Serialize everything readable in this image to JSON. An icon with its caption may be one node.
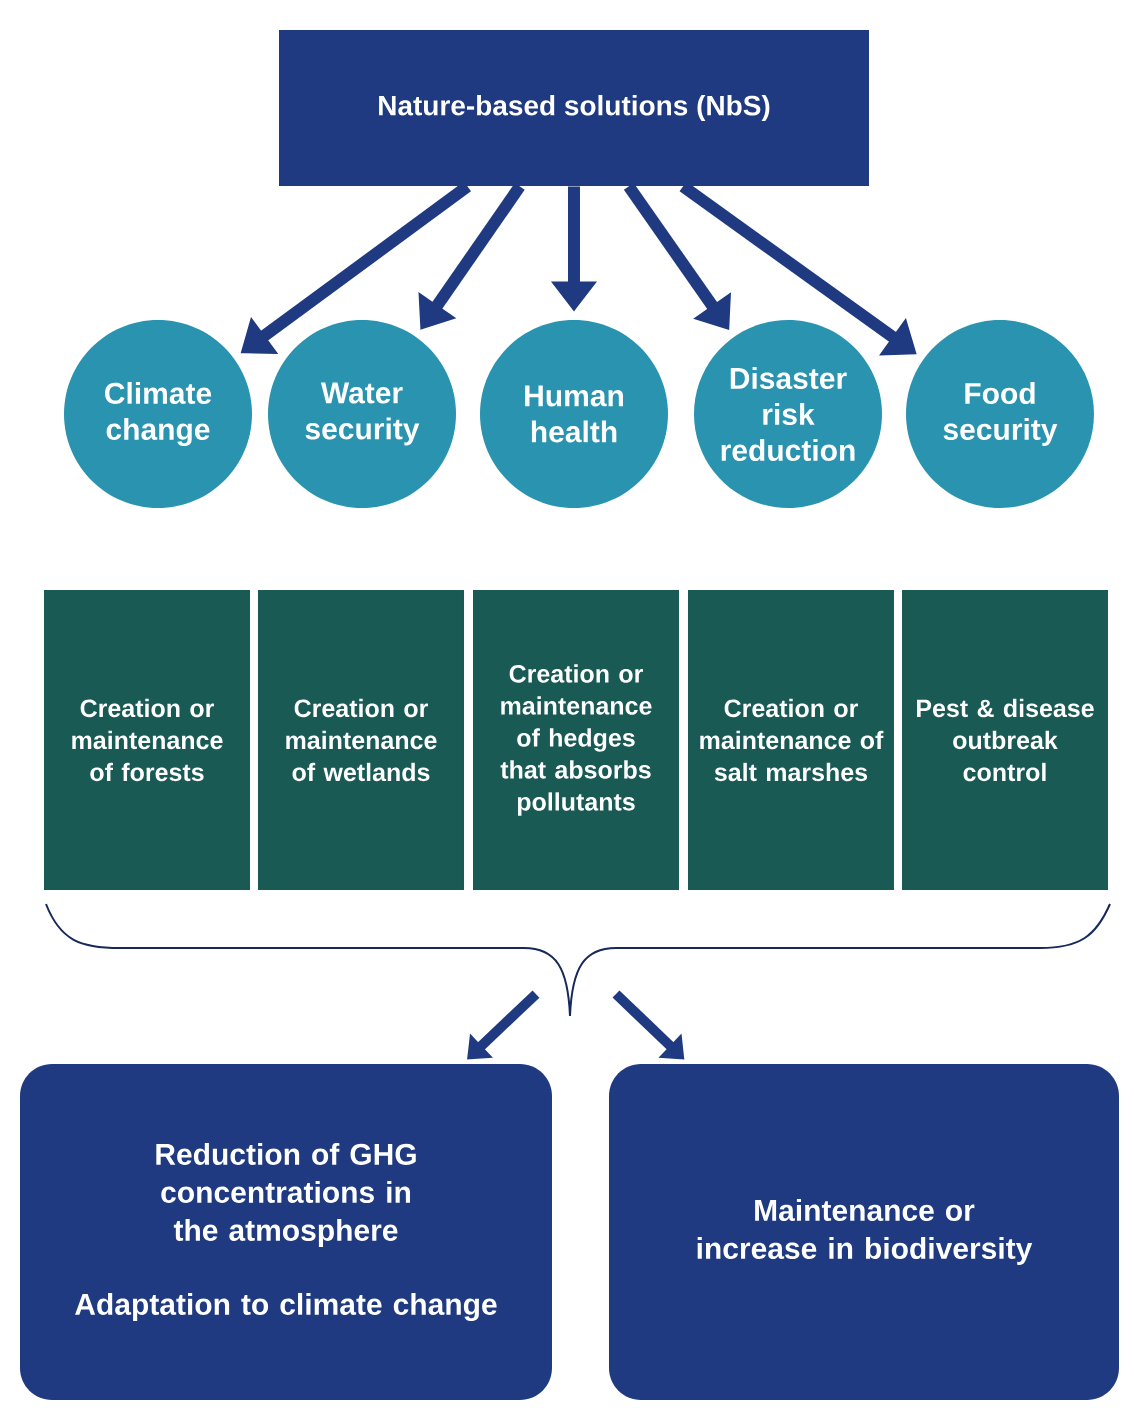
{
  "diagram": {
    "nodes": [
      {
        "text": [
          "Nature-based solutions (NbS)"
        ]
      },
      {
        "text": [
          "Climate change"
        ]
      },
      {
        "text": [
          "Water security"
        ]
      },
      {
        "text": [
          "Human health"
        ]
      },
      {
        "text": [
          "Disaster risk reduction"
        ]
      },
      {
        "text": [
          "Food security"
        ]
      },
      {
        "text": [
          "Creation or maintenance of forests"
        ]
      },
      {
        "text": [
          "Creation or maintenance of wetlands"
        ]
      },
      {
        "text": [
          "Creation or maintenance of hedges that absorbs pollutants"
        ]
      },
      {
        "text": [
          "Creation or maintenance of salt marshes"
        ]
      },
      {
        "text": [
          "Pest & disease outbreak control"
        ]
      },
      {
        "text": [
          "Reduction of GHG concentrations in the atmosphere",
          "Adaptation to climate change"
        ]
      },
      {
        "text": [
          "Maintenance or increase in biodiversity"
        ]
      }
    ],
    "edges": [
      {
        "from": 0,
        "to": 1,
        "arrow": "to"
      },
      {
        "from": 0,
        "to": 2,
        "arrow": "to"
      },
      {
        "from": 0,
        "to": 3,
        "arrow": "to"
      },
      {
        "from": 0,
        "to": 4,
        "arrow": "to"
      },
      {
        "from": 0,
        "to": 5,
        "arrow": "to"
      },
      {
        "from": null,
        "to": 11,
        "arrow": "to"
      },
      {
        "from": null,
        "to": 12,
        "arrow": "to"
      }
    ]
  }
}
